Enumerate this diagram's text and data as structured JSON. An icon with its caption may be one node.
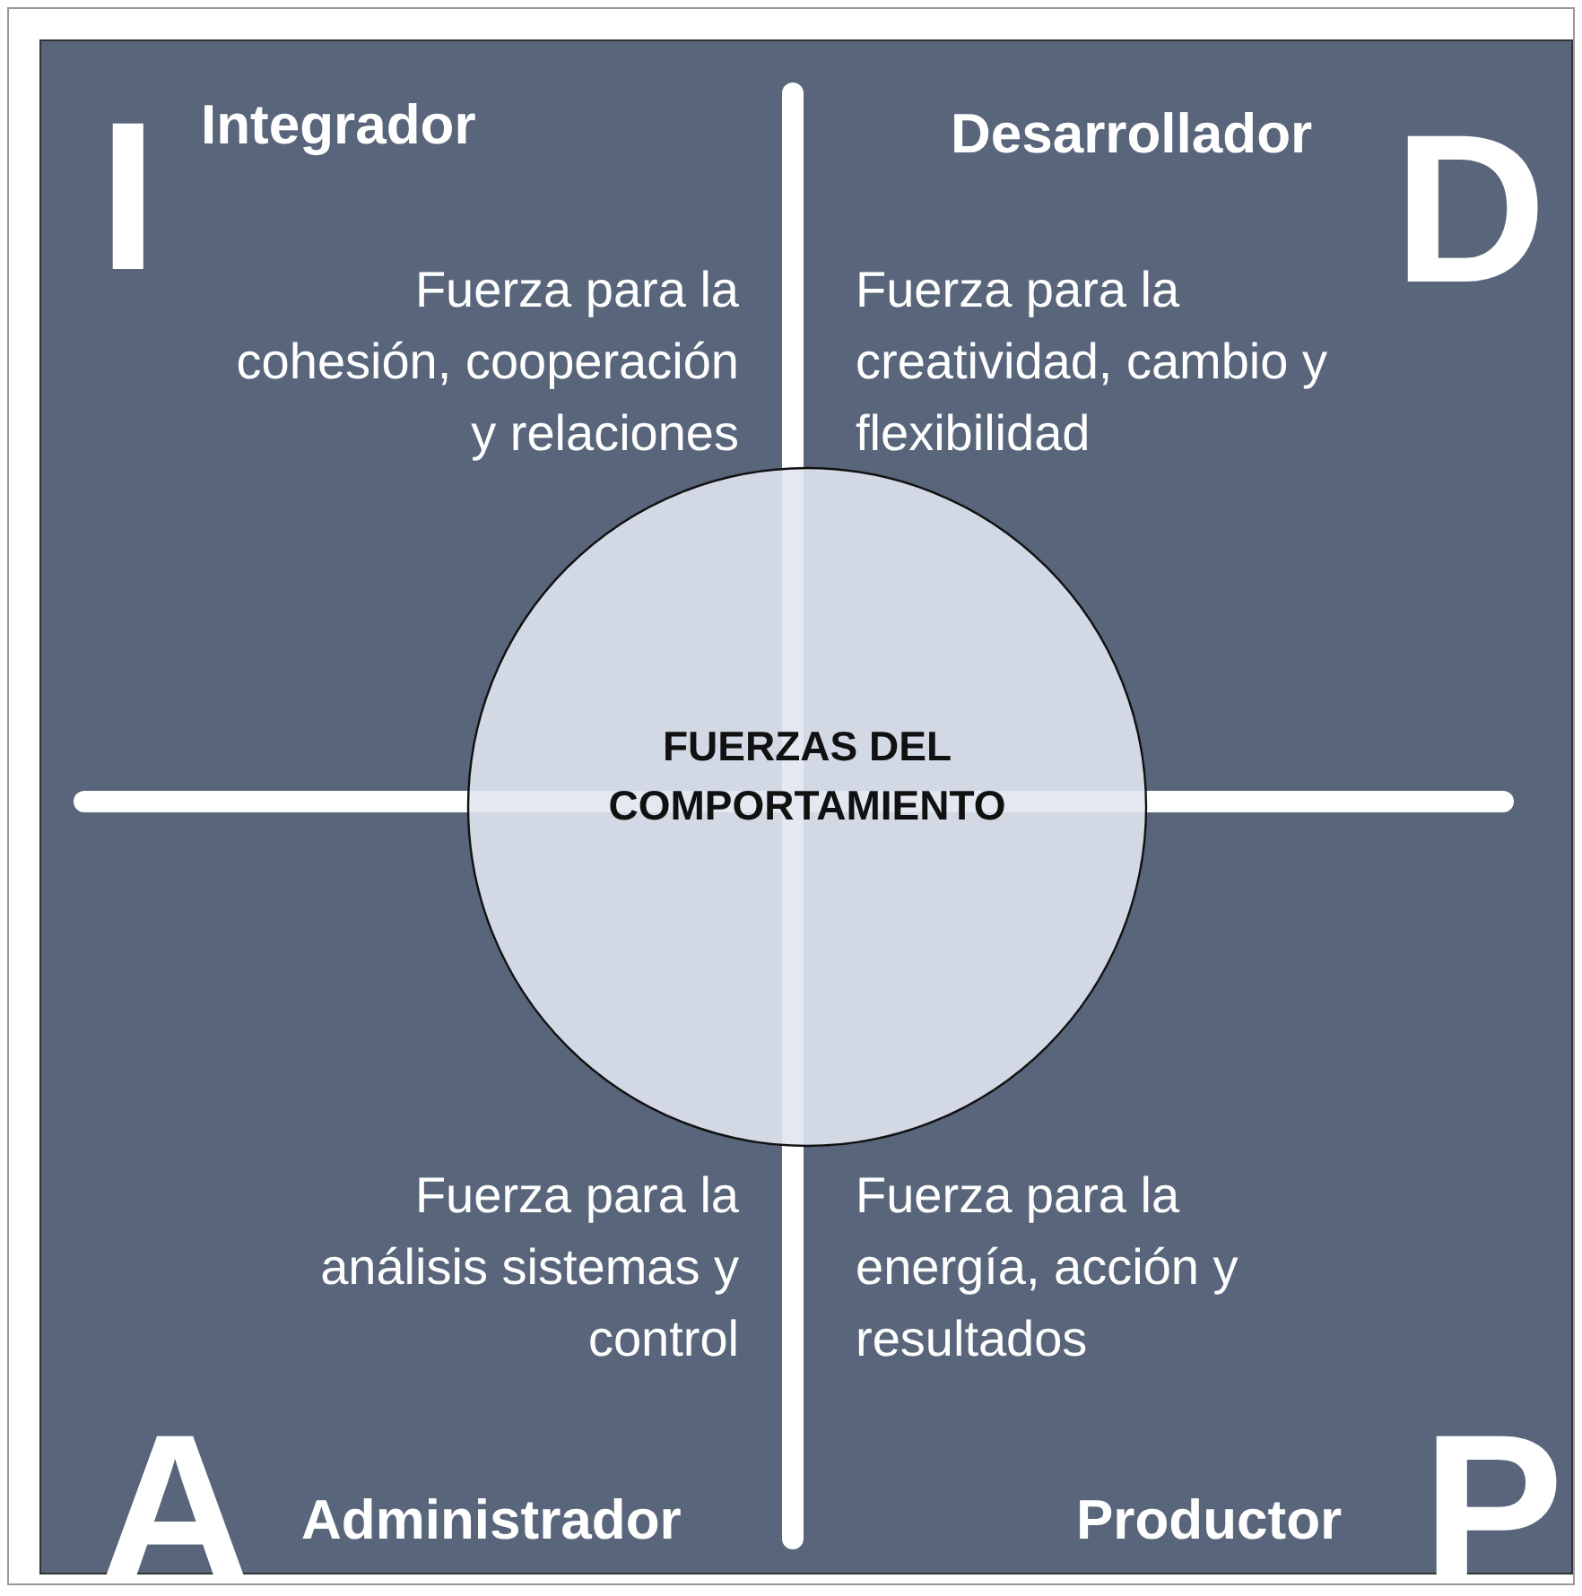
{
  "diagram": {
    "nodes": [
      {
        "text": [
          "I",
          "Integrador",
          "Fuerza para la cohesión, cooperación y relaciones"
        ]
      },
      {
        "text": [
          "Desarrollador",
          "D",
          "Fuerza para la creatividad, cambio y flexibilidad"
        ]
      },
      {
        "text": [
          "Fuerza para la análisis sistemas y control",
          "A",
          "Administrador"
        ]
      },
      {
        "text": [
          "Fuerza para la energía, acción y resultados",
          "Productor",
          "P"
        ]
      },
      {
        "text": [
          "FUERZAS DEL COMPORTAMIENTO"
        ]
      }
    ]
  }
}
